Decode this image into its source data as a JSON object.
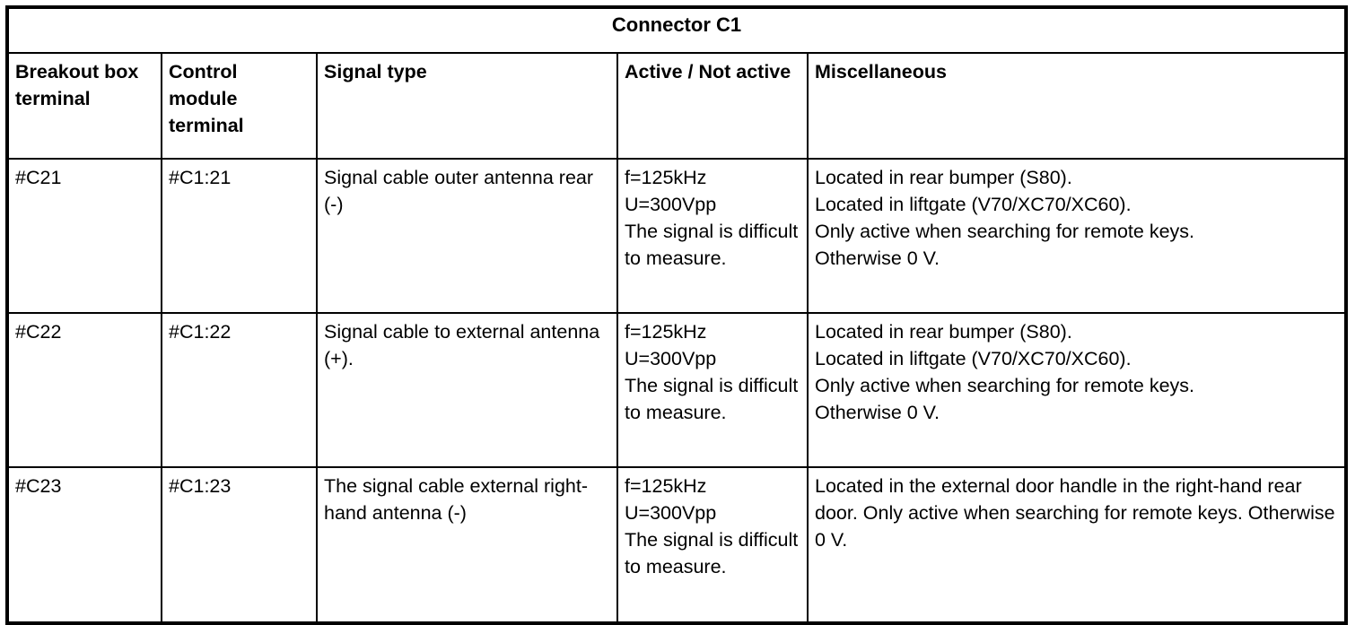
{
  "table": {
    "title": "Connector C1",
    "columns": [
      {
        "key": "breakout_box_terminal",
        "label": "Breakout box terminal"
      },
      {
        "key": "control_module_terminal",
        "label": "Control module terminal"
      },
      {
        "key": "signal_type",
        "label": "Signal type"
      },
      {
        "key": "active_not_active",
        "label": "Active / Not active"
      },
      {
        "key": "miscellaneous",
        "label": "Miscellaneous"
      }
    ],
    "rows": [
      {
        "breakout_box_terminal": "#C21",
        "control_module_terminal": "#C1:21",
        "signal_type": "Signal cable outer antenna rear (-)",
        "active_not_active_lines": [
          "f=125kHz",
          "U=300Vpp",
          "The signal is difficult to measure."
        ],
        "miscellaneous_lines": [
          "Located in rear bumper (S80).",
          "Located in liftgate (V70/XC70/XC60).",
          "Only active when searching for remote keys.",
          "Otherwise 0 V."
        ]
      },
      {
        "breakout_box_terminal": "#C22",
        "control_module_terminal": "#C1:22",
        "signal_type": "Signal cable to external antenna (+).",
        "active_not_active_lines": [
          "f=125kHz",
          "U=300Vpp",
          "The signal is difficult to measure."
        ],
        "miscellaneous_lines": [
          "Located in rear bumper (S80).",
          "Located in liftgate (V70/XC70/XC60).",
          "Only active when searching for remote keys.",
          "Otherwise 0 V."
        ]
      },
      {
        "breakout_box_terminal": "#C23",
        "control_module_terminal": "#C1:23",
        "signal_type": "The signal cable external right-hand antenna (-)",
        "active_not_active_lines": [
          "f=125kHz",
          "U=300Vpp",
          "The signal is difficult to measure."
        ],
        "miscellaneous_lines": [
          "Located in the external door handle in the right-hand rear door. Only active when searching for remote keys. Otherwise 0 V."
        ]
      }
    ]
  },
  "style": {
    "text_color": "#000000",
    "border_color": "#000000",
    "background_color": "#ffffff"
  }
}
